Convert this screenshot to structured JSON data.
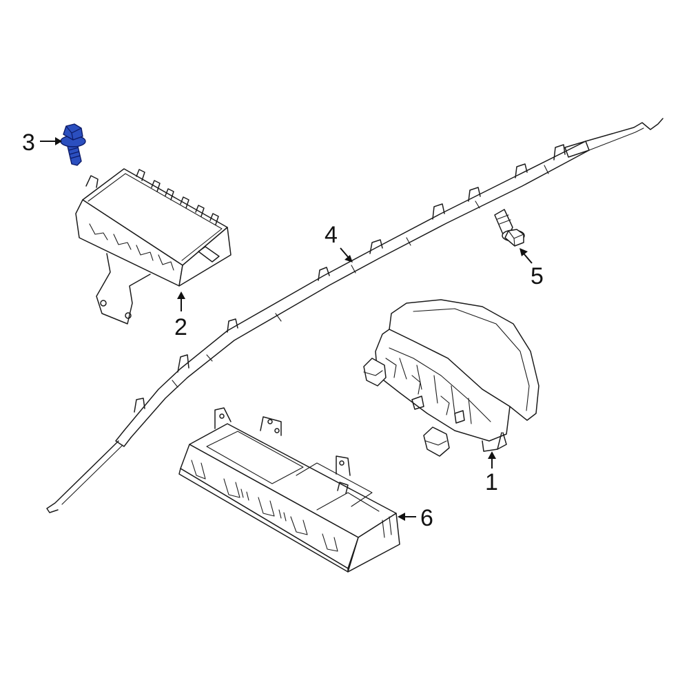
{
  "callouts": [
    {
      "id": "1",
      "label": "1"
    },
    {
      "id": "2",
      "label": "2"
    },
    {
      "id": "3",
      "label": "3"
    },
    {
      "id": "4",
      "label": "4"
    },
    {
      "id": "5",
      "label": "5"
    },
    {
      "id": "6",
      "label": "6"
    }
  ],
  "colors": {
    "line": "#1a1a1a",
    "highlight_fill": "#2b4fbf",
    "highlight_stroke": "#0c1a66",
    "background": "#ffffff"
  },
  "highlighted_part": "3"
}
